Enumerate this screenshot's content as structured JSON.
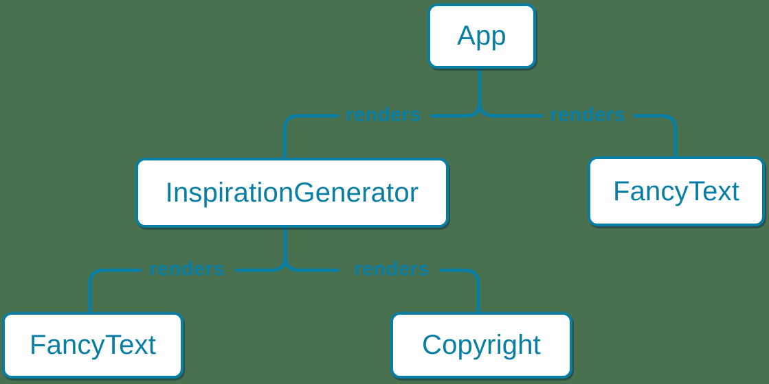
{
  "diagram": {
    "type": "render-tree",
    "background_color": "#497150",
    "accent_color": "#087ea4",
    "node_background_color": "#ffffff",
    "nodes": {
      "app": {
        "label": "App"
      },
      "inspiration_generator": {
        "label": "InspirationGenerator"
      },
      "fancy_text_top": {
        "label": "FancyText"
      },
      "fancy_text_bottom": {
        "label": "FancyText"
      },
      "copyright": {
        "label": "Copyright"
      }
    },
    "edges": [
      {
        "from": "App",
        "to": "InspirationGenerator",
        "label": "renders"
      },
      {
        "from": "App",
        "to": "FancyText",
        "label": "renders"
      },
      {
        "from": "InspirationGenerator",
        "to": "FancyText",
        "label": "renders"
      },
      {
        "from": "InspirationGenerator",
        "to": "Copyright",
        "label": "renders"
      }
    ]
  }
}
